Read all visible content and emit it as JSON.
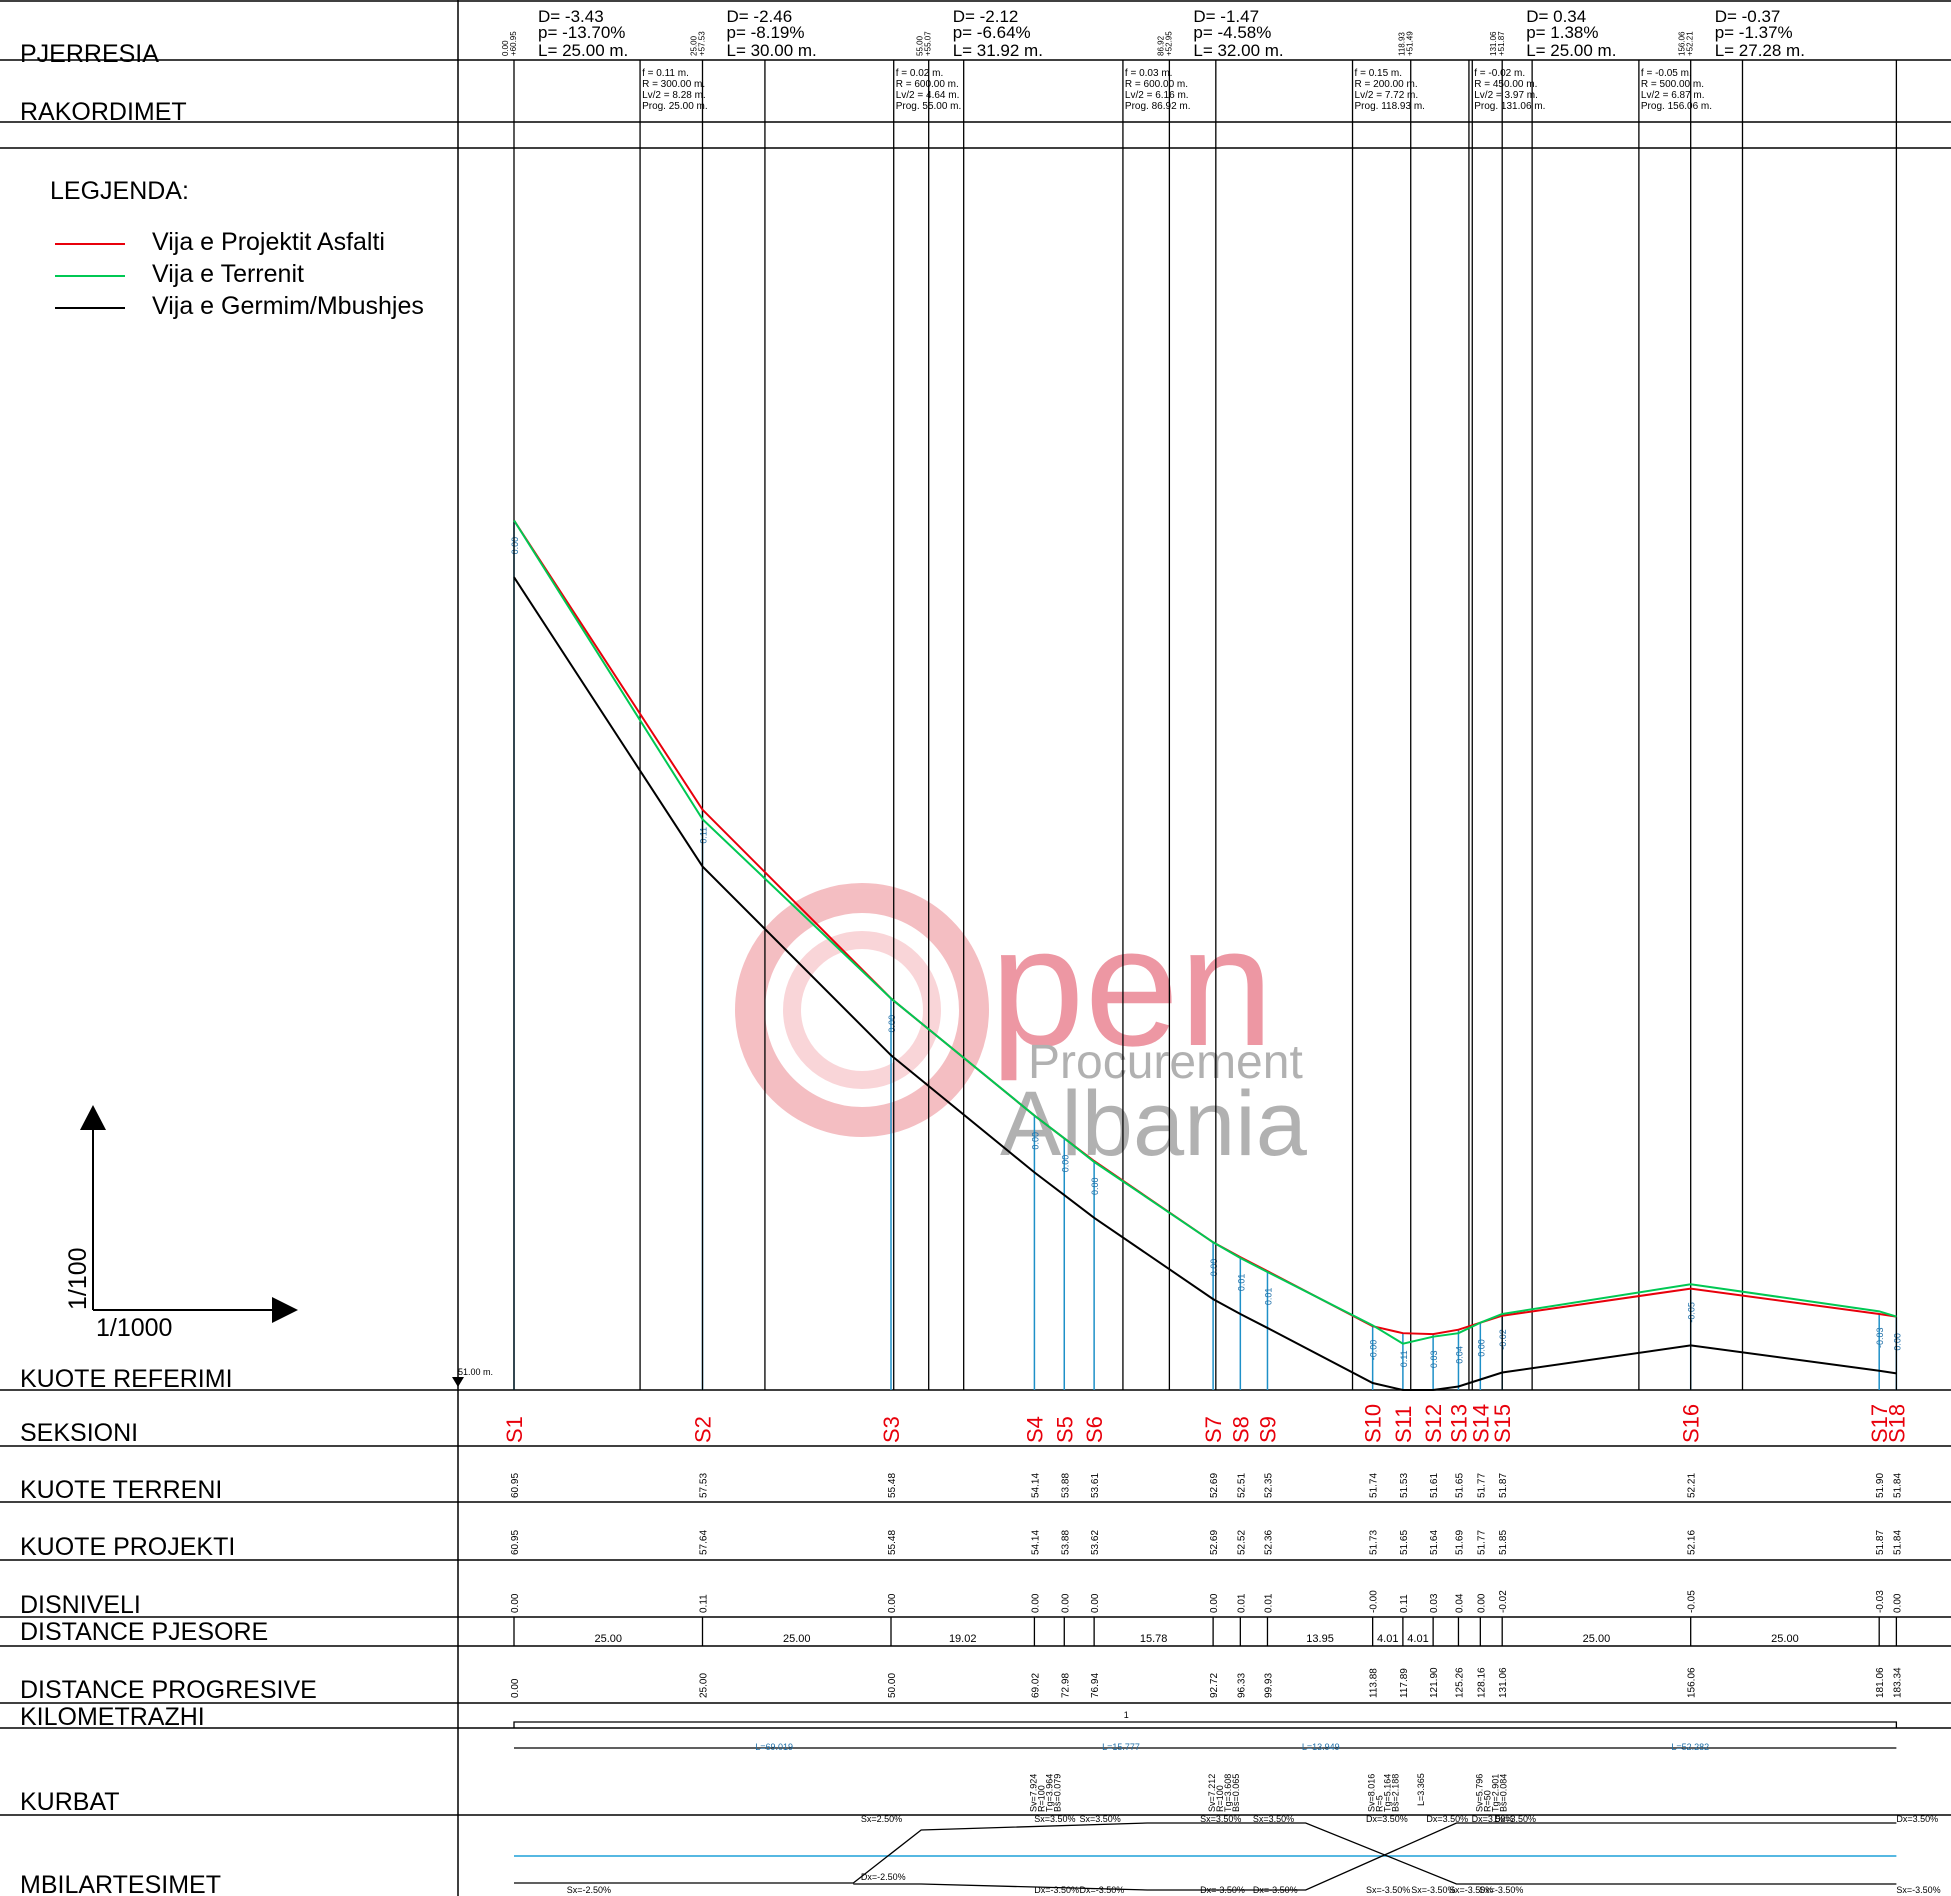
{
  "row_labels": {
    "pjerresia": "PJERRESIA",
    "rakordimet": "RAKORDIMET",
    "kuote_referimi": "KUOTE REFERIMI",
    "seksioni": "SEKSIONI",
    "kuote_terreni": "KUOTE TERRENI",
    "kuote_projekti": "KUOTE PROJEKTI",
    "disniveli": "DISNIVELI",
    "distance_pjesore": "DISTANCE PJESORE",
    "distance_progresive": "DISTANCE PROGRESIVE",
    "kilometrazhi": "KILOMETRAZHI",
    "kurbat": "KURBAT",
    "mbilartesimet": "MBILARTESIMET"
  },
  "legend": {
    "title": "LEGJENDA:",
    "items": [
      {
        "label": "Vija e Projektit Asfalti",
        "color": "#e8000b"
      },
      {
        "label": "Vija e Terrenit",
        "color": "#00c853"
      },
      {
        "label": "Vija e Germim/Mbushjes",
        "color": "#000000"
      }
    ]
  },
  "scale": {
    "vertical": "1/100",
    "horizontal": "1/1000"
  },
  "reference_level": "51.00 m.",
  "watermark": {
    "line1": "pen",
    "line2": "Procurement",
    "line3": "Albania"
  },
  "grades": [
    {
      "d": "D= -3.43",
      "p": "p= -13.70%",
      "l": "L= 25.00 m.",
      "start": "0.00",
      "elev": "+60.95"
    },
    {
      "d": "D= -2.46",
      "p": "p= -8.19%",
      "l": "L= 30.00 m.",
      "start": "25.00",
      "elev": "+57.53"
    },
    {
      "d": "D= -2.12",
      "p": "p= -6.64%",
      "l": "L= 31.92 m.",
      "start": "55.00",
      "elev": "+55.07"
    },
    {
      "d": "D= -1.47",
      "p": "p= -4.58%",
      "l": "L= 32.00 m.",
      "start": "86.92",
      "elev": "+52.95"
    },
    {
      "d": "D= 0.34",
      "p": "p= 1.38%",
      "l": "L= 25.00 m.",
      "start": "131.06",
      "elev": "+51.87"
    },
    {
      "d": "D= -0.37",
      "p": "p= -1.37%",
      "l": "L= 27.28 m.",
      "start": "156.06",
      "elev": "+52.21"
    }
  ],
  "grade_marker_extra": {
    "start": "118.93",
    "elev": "+51.49"
  },
  "vertical_curves": [
    {
      "f": "f = 0.11 m.",
      "r": "R = 300.00 m.",
      "lv": "Lv/2 = 8.28 m.",
      "prog": "Prog. 25.00 m."
    },
    {
      "f": "f = 0.02 m.",
      "r": "R = 600.00 m.",
      "lv": "Lv/2 = 4.64 m.",
      "prog": "Prog. 55.00 m."
    },
    {
      "f": "f = 0.03 m.",
      "r": "R = 600.00 m.",
      "lv": "Lv/2 = 6.16 m.",
      "prog": "Prog. 86.92 m."
    },
    {
      "f": "f = 0.15 m.",
      "r": "R = 200.00 m.",
      "lv": "Lv/2 = 7.72 m.",
      "prog": "Prog. 118.93 m."
    },
    {
      "f": "f = -0.02 m.",
      "r": "R = 450.00 m.",
      "lv": "Lv/2 = 3.97 m.",
      "prog": "Prog. 131.06 m."
    },
    {
      "f": "f = -0.05 m.",
      "r": "R = 500.00 m.",
      "lv": "Lv/2 = 6.87 m.",
      "prog": "Prog. 156.06 m."
    }
  ],
  "sections": [
    {
      "name": "S1",
      "terrain": "60.95",
      "project": "60.95",
      "diff": "0.00",
      "prog": "0.00"
    },
    {
      "name": "S2",
      "terrain": "57.53",
      "project": "57.64",
      "diff": "0.11",
      "prog": "25.00"
    },
    {
      "name": "S3",
      "terrain": "55.48",
      "project": "55.48",
      "diff": "0.00",
      "prog": "50.00"
    },
    {
      "name": "S4",
      "terrain": "54.14",
      "project": "54.14",
      "diff": "0.00",
      "prog": "69.02"
    },
    {
      "name": "S5",
      "terrain": "53.88",
      "project": "53.88",
      "diff": "0.00",
      "prog": "72.98"
    },
    {
      "name": "S6",
      "terrain": "53.61",
      "project": "53.62",
      "diff": "0.00",
      "prog": "76.94"
    },
    {
      "name": "S7",
      "terrain": "52.69",
      "project": "52.69",
      "diff": "0.00",
      "prog": "92.72"
    },
    {
      "name": "S8",
      "terrain": "52.51",
      "project": "52.52",
      "diff": "0.01",
      "prog": "96.33"
    },
    {
      "name": "S9",
      "terrain": "52.35",
      "project": "52.36",
      "diff": "0.01",
      "prog": "99.93"
    },
    {
      "name": "S10",
      "terrain": "51.74",
      "project": "51.73",
      "diff": "-0.00",
      "prog": "113.88"
    },
    {
      "name": "S11",
      "terrain": "51.53",
      "project": "51.65",
      "diff": "0.11",
      "prog": "117.89"
    },
    {
      "name": "S12",
      "terrain": "51.61",
      "project": "51.64",
      "diff": "0.03",
      "prog": "121.90"
    },
    {
      "name": "S13",
      "terrain": "51.65",
      "project": "51.69",
      "diff": "0.04",
      "prog": "125.26"
    },
    {
      "name": "S14",
      "terrain": "51.77",
      "project": "51.77",
      "diff": "0.00",
      "prog": "128.16"
    },
    {
      "name": "S15",
      "terrain": "51.87",
      "project": "51.85",
      "diff": "-0.02",
      "prog": "131.06"
    },
    {
      "name": "S16",
      "terrain": "52.21",
      "project": "52.16",
      "diff": "-0.05",
      "prog": "156.06"
    },
    {
      "name": "S17",
      "terrain": "51.90",
      "project": "51.87",
      "diff": "-0.03",
      "prog": "181.06"
    },
    {
      "name": "S18",
      "terrain": "51.84",
      "project": "51.84",
      "diff": "0.00",
      "prog": "183.34"
    }
  ],
  "partial_distances": [
    "25.00",
    "25.00",
    "19.02",
    "15.78",
    "13.95",
    "4.01",
    "4.01",
    "25.00",
    "25.00"
  ],
  "kilometrazhi": {
    "marker": "1"
  },
  "curve_segments": [
    "L=69.019",
    "L=15.777",
    "L=13.949",
    "L=52.282"
  ],
  "curve_params": [
    [
      "Sv=7.924",
      "R=100",
      "Tg=3.964",
      "Bs=0.079"
    ],
    [
      "Sv=7.212",
      "R=100",
      "Tg=3.608",
      "Bs=0.065"
    ],
    [
      "Sv=8.016",
      "R=5",
      "Tg=5.164",
      "Bs=2.188"
    ],
    [
      "Sv=5.796",
      "R=50",
      "Tg=2.901",
      "Bs=0.084"
    ]
  ],
  "curve_small": "L=3.365",
  "superelevation": {
    "top": [
      "Sx=2.50%",
      "Sx=3.50%",
      "Sx=3.50%",
      "Sx=3.50%",
      "Sx=3.50%",
      "Dx=3.50%",
      "Dx=3.50%",
      "Dx=3.50%",
      "Dx=3.50%",
      "Dx=3.50%"
    ],
    "bottom": [
      "Sx=-2.50%",
      "Dx=-2.50%",
      "Dx=-3.50%",
      "Dx=-3.50%",
      "Dx=-3.50%",
      "Dx=-3.50%",
      "Sx=-3.50%",
      "Sx=-3.50%",
      "Sx=-3.50%",
      "Sx=-3.50%",
      "Sx=-3.50%"
    ]
  }
}
